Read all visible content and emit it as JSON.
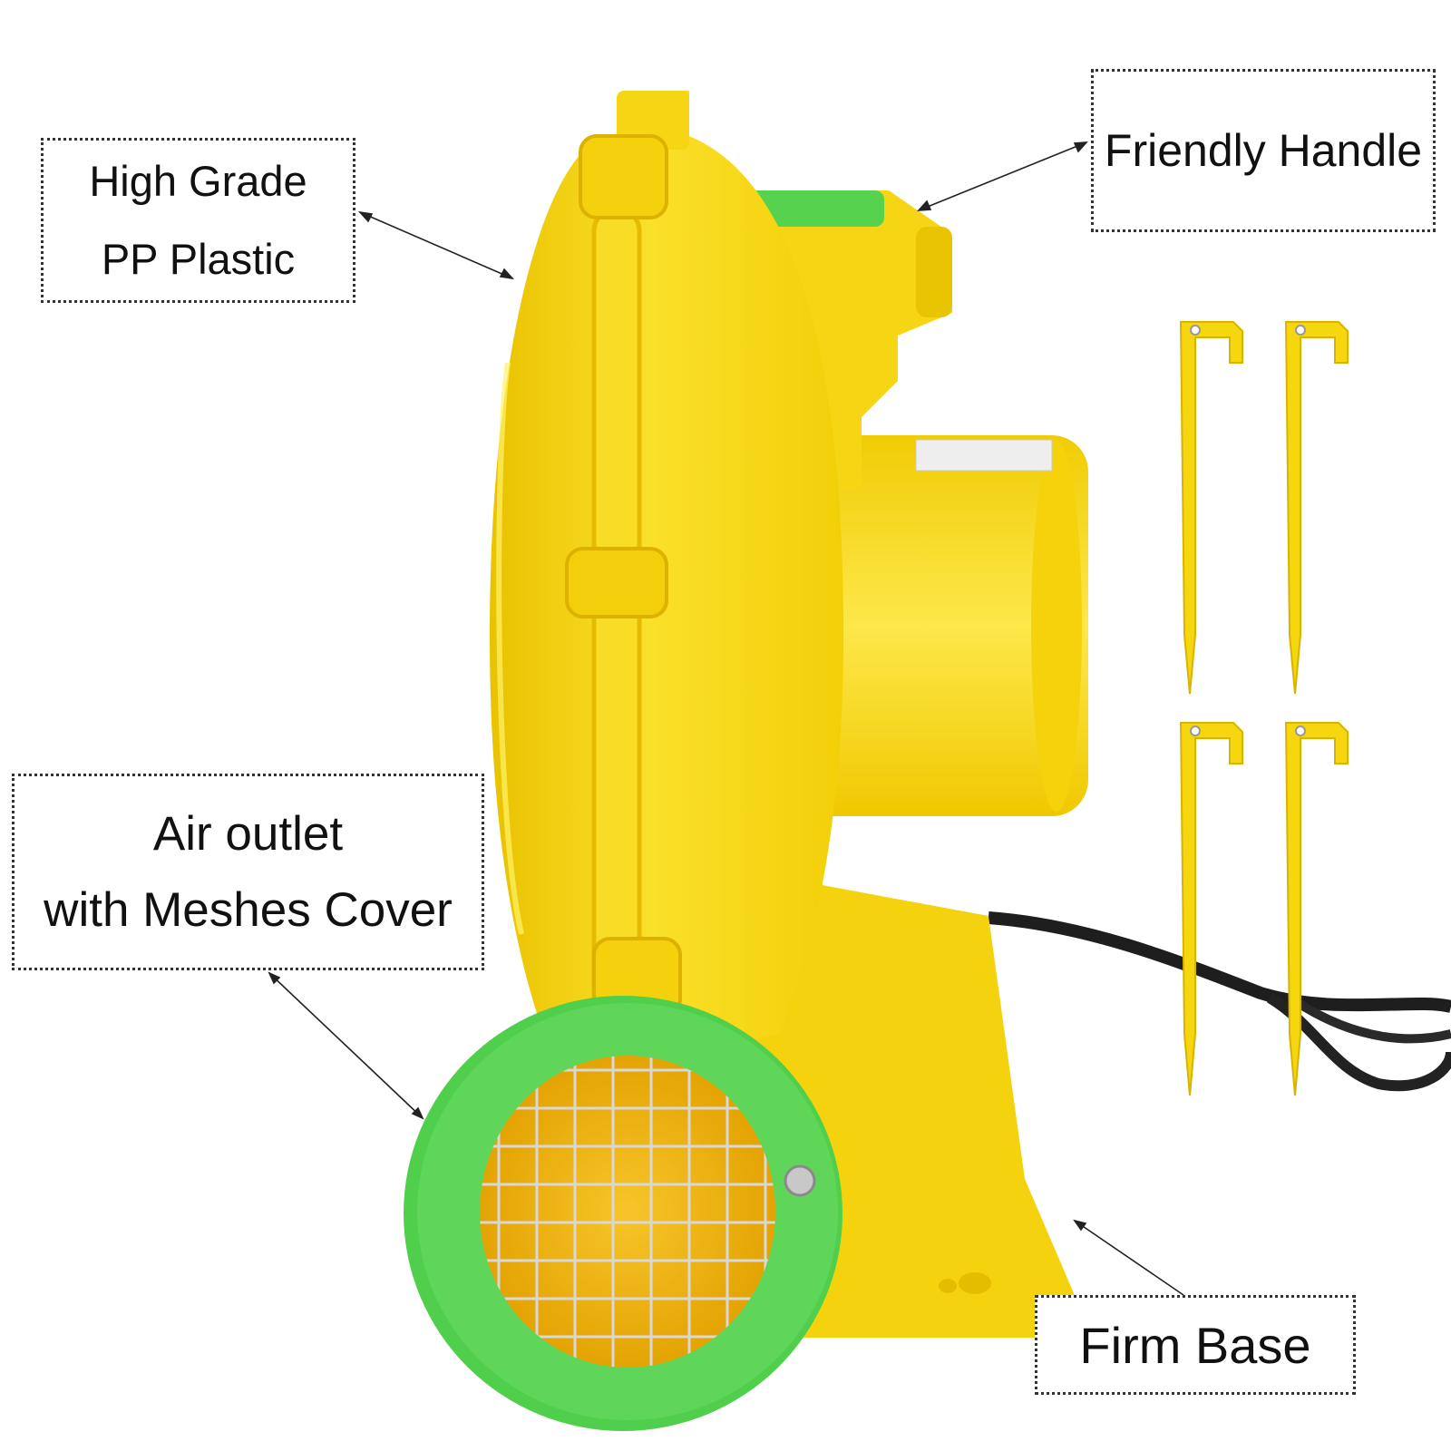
{
  "callouts": {
    "plastic": {
      "line1": "High Grade",
      "line2": "PP Plastic"
    },
    "handle": {
      "text": "Friendly Handle"
    },
    "outlet": {
      "line1": "Air outlet",
      "line2": "with Meshes Cover"
    },
    "base": {
      "text": "Firm Base"
    }
  },
  "colors": {
    "body_yellow": "#f7d510",
    "shadow_yellow": "#e0b800",
    "ring_green": "#5fd65a",
    "handle_green": "#56d24e",
    "mesh": "#d8d8d8",
    "cord": "#1e1e1e"
  }
}
